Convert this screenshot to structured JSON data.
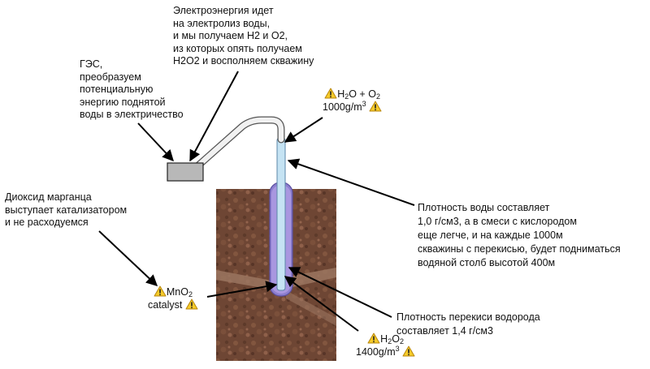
{
  "notes": {
    "electrolysis": [
      "Электроэнергия идет",
      "на электролиз воды,",
      "и мы получаем H2 и O2,",
      "из которых опять получаем",
      "H2O2 и восполняем скважину"
    ],
    "hydro": [
      "ГЭС,",
      "преобразуем",
      "потенциальную",
      "энергию поднятой",
      "воды в электричество"
    ],
    "catalyst": [
      "Диоксид марганца",
      "выступает катализатором",
      "и не расходуемся"
    ],
    "density_water": [
      "Плотность воды составляет",
      "1,0 г/см3, а в смеси с кислородом",
      "еще легче, и на каждые 1000м",
      "скважины с перекисью, будет подниматься",
      "водяной столб высотой 400м"
    ],
    "density_peroxide": [
      "Плотность перекиси водорода",
      "составляет 1,4 г/см3"
    ]
  },
  "labels": {
    "h2o_o2": {
      "p1": "H",
      "s1": "2",
      "p2": "O + O",
      "s2": "2",
      "density": "1000g/m",
      "exp": "3"
    },
    "mno2": {
      "p1": "MnO",
      "s1": "2",
      "line2": "catalyst"
    },
    "h2o2": {
      "p1": "H",
      "s1": "2",
      "p2": "O",
      "s2": "2",
      "density": "1400g/m",
      "exp": "3"
    }
  },
  "colors": {
    "soil": "#6b4433",
    "soil_light": "#8a5c45",
    "water_tube": "#c5e3f3",
    "peroxide": "#a997e0",
    "pipe": "#f1f1f1",
    "box": "#b8b8b8",
    "warning_fill": "#f6cb2a"
  },
  "icons": [
    "warning-icon"
  ]
}
